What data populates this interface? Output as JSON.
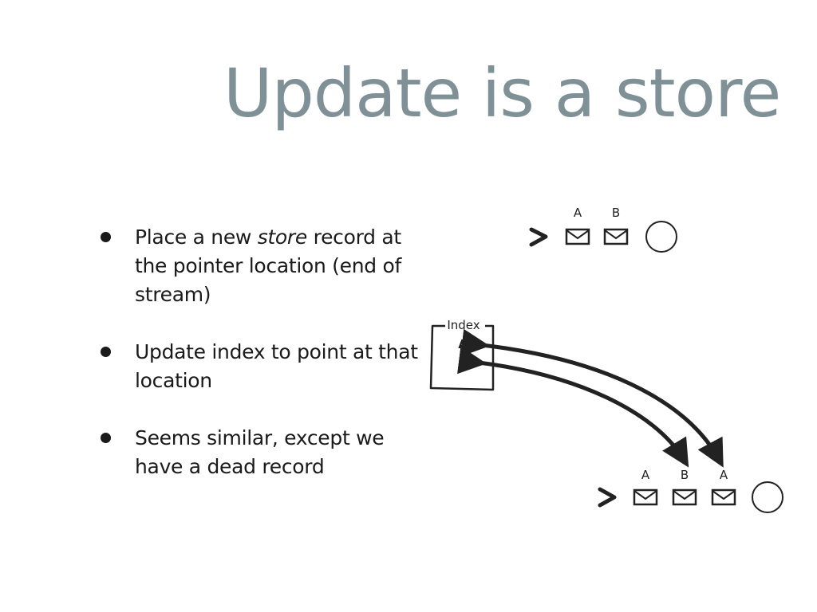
{
  "title": "Update is a store",
  "bullets": [
    {
      "before": "Place a new ",
      "emphasis": "store",
      "after": " record at the pointer location (end of stream)"
    },
    {
      "before": "Update index to point at that location",
      "emphasis": "",
      "after": ""
    },
    {
      "before": "Seems similar, except we have a dead record",
      "emphasis": "",
      "after": ""
    }
  ],
  "diagram": {
    "top_stream": {
      "records": [
        "A",
        "B"
      ]
    },
    "index": {
      "label": "Index",
      "keys": [
        "A",
        "B"
      ]
    },
    "bottom_stream": {
      "records": [
        "A",
        "B",
        "A"
      ]
    }
  },
  "colors": {
    "title": "#7f9197",
    "text": "#1a1a1a",
    "ink": "#222222"
  }
}
